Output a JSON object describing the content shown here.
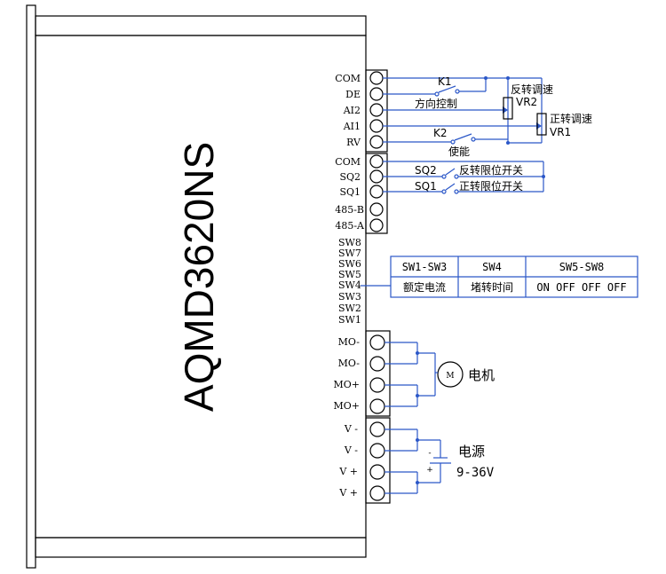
{
  "model": "AQMD3620NS",
  "signal_terminals": [
    "COM",
    "DE",
    "AI2",
    "AI1",
    "RV"
  ],
  "io_terminals": [
    "COM",
    "SQ2",
    "SQ1",
    "485-B",
    "485-A"
  ],
  "dip_switches": [
    "SW8",
    "SW7",
    "SW6",
    "SW5",
    "SW4",
    "SW3",
    "SW2",
    "SW1"
  ],
  "motor_terminals": [
    "MO-",
    "MO-",
    "MO+",
    "MO+"
  ],
  "power_terminals": [
    "V -",
    "V -",
    "V +",
    "V +"
  ],
  "wiring": {
    "k1": "K1",
    "direction_control": "方向控制",
    "k2": "K2",
    "enable": "使能",
    "vr2": "VR2",
    "reverse_speed": "反转调速",
    "vr1": "VR1",
    "forward_speed": "正转调速",
    "sq2": "SQ2",
    "reverse_limit": "反转限位开关",
    "sq1": "SQ1",
    "forward_limit": "正转限位开关",
    "motor_symbol": "M",
    "motor": "电机",
    "power": "电源",
    "voltage": "9-36V",
    "plus": "+",
    "minus": "-"
  },
  "switch_table": {
    "headers": [
      "SW1-SW3",
      "SW4",
      "SW5-SW8"
    ],
    "values": [
      "额定电流",
      "堵转时间",
      "ON OFF OFF OFF"
    ]
  }
}
